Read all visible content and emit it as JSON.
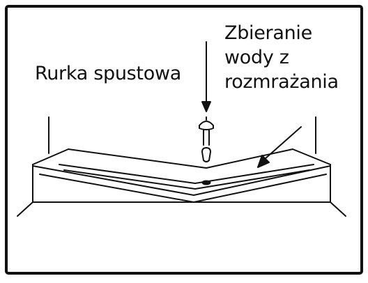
{
  "labels": {
    "drain_pipe": "Rurka spustowa",
    "defrost_water_lines": [
      "Zbieranie",
      "wody z",
      "rozmrażania"
    ]
  },
  "colors": {
    "stroke": "#111111",
    "background": "#ffffff"
  }
}
